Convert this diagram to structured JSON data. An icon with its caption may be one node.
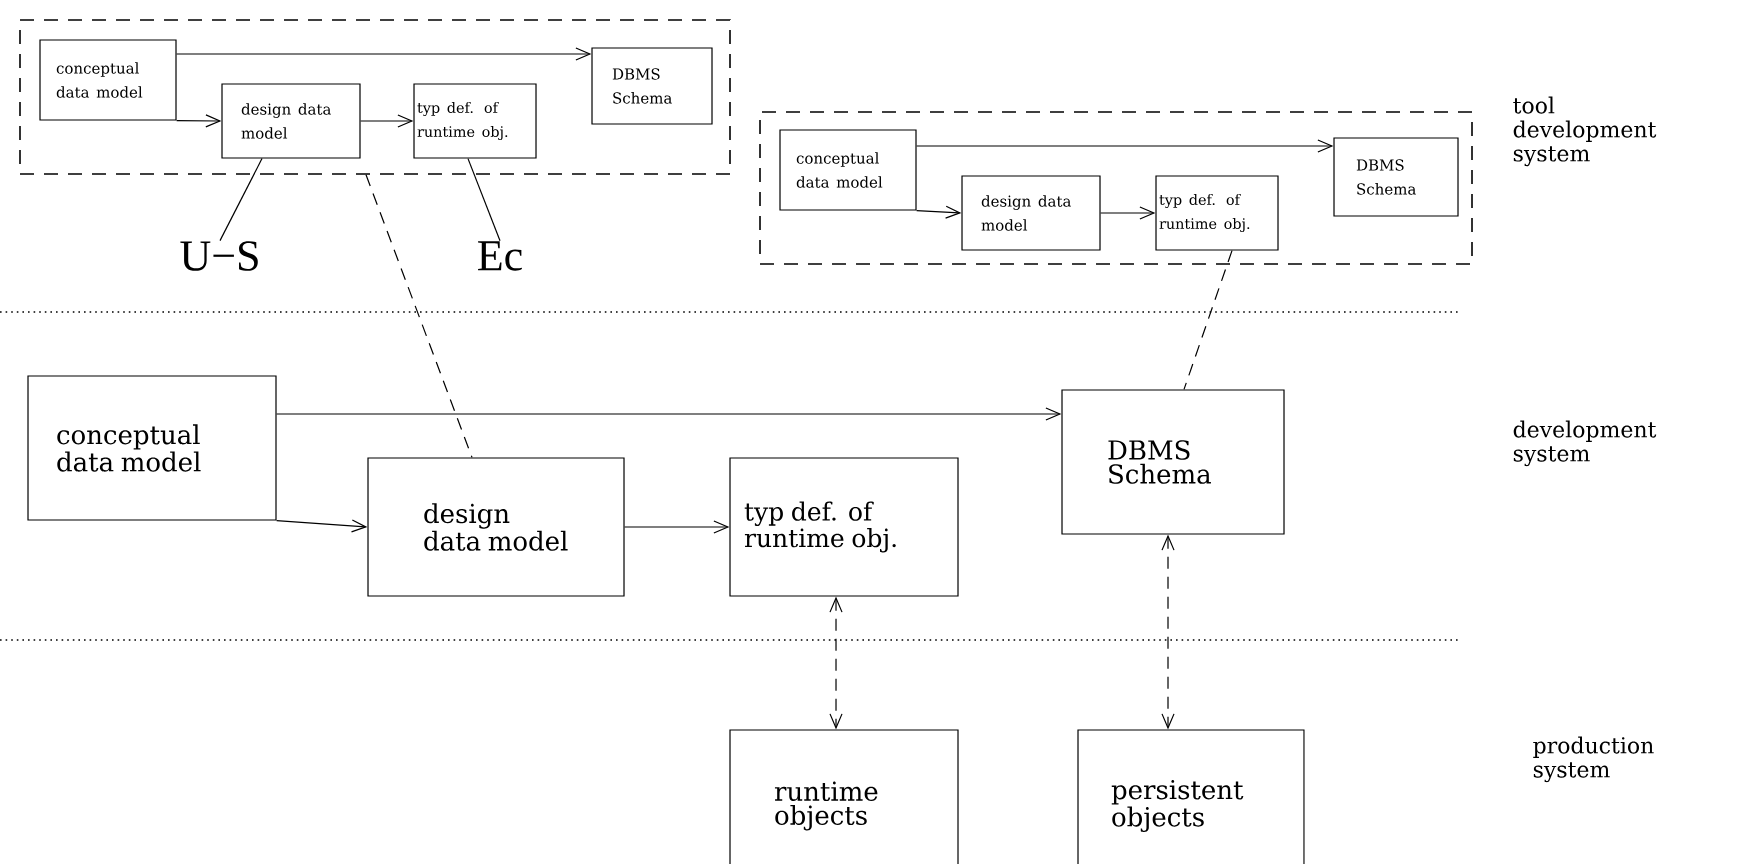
{
  "diagram": {
    "nodes": [
      {
        "text": [],
        "shape": "box"
      },
      {
        "text": [
          "conceptual data model"
        ],
        "in": 0
      },
      {
        "text": [
          "design data model"
        ],
        "in": 0
      },
      {
        "text": [
          "typ def. of runtime obj."
        ],
        "in": 0
      },
      {
        "text": [
          "DBMS Schema"
        ],
        "in": 0
      },
      {
        "text": [
          "U−S"
        ]
      },
      {
        "text": [
          "Ec"
        ]
      },
      {
        "text": [],
        "shape": "box"
      },
      {
        "text": [
          "conceptual data model"
        ],
        "in": 7
      },
      {
        "text": [
          "design data model"
        ],
        "in": 7
      },
      {
        "text": [
          "typ def. of runtime obj."
        ],
        "in": 7
      },
      {
        "text": [
          "DBMS Schema"
        ],
        "in": 7
      },
      {
        "text": [
          "conceptual data model"
        ]
      },
      {
        "text": [
          "design data model"
        ]
      },
      {
        "text": [
          "typ def. of runtime obj."
        ]
      },
      {
        "text": [
          "DBMS Schema"
        ]
      },
      {
        "text": [
          "runtime objects"
        ]
      },
      {
        "text": [
          "persistent objects"
        ]
      }
    ],
    "edges": [
      {
        "from": 1,
        "to": 4,
        "arrow": "to"
      },
      {
        "from": 1,
        "to": 2,
        "arrow": "to"
      },
      {
        "from": 2,
        "to": 3,
        "arrow": "to"
      },
      {
        "from": 5,
        "to": 2,
        "arrow": "none"
      },
      {
        "from": 6,
        "to": 3,
        "arrow": "none"
      },
      {
        "from": 8,
        "to": 11,
        "arrow": "to"
      },
      {
        "from": 8,
        "to": 9,
        "arrow": "to"
      },
      {
        "from": 9,
        "to": 10,
        "arrow": "to"
      },
      {
        "from": 0,
        "to": 13,
        "arrow": "none",
        "style": "dashed"
      },
      {
        "from": 10,
        "to": 15,
        "arrow": "none",
        "style": "dashed"
      },
      {
        "from": 12,
        "to": 15,
        "arrow": "to"
      },
      {
        "from": 12,
        "to": 13,
        "arrow": "to"
      },
      {
        "from": 13,
        "to": 14,
        "arrow": "to"
      },
      {
        "from": 14,
        "to": 16,
        "arrow": "both",
        "style": "dashed"
      },
      {
        "from": 15,
        "to": 17,
        "arrow": "both",
        "style": "dashed"
      }
    ],
    "labels": [
      "tool development system",
      "development system",
      "production system"
    ]
  }
}
